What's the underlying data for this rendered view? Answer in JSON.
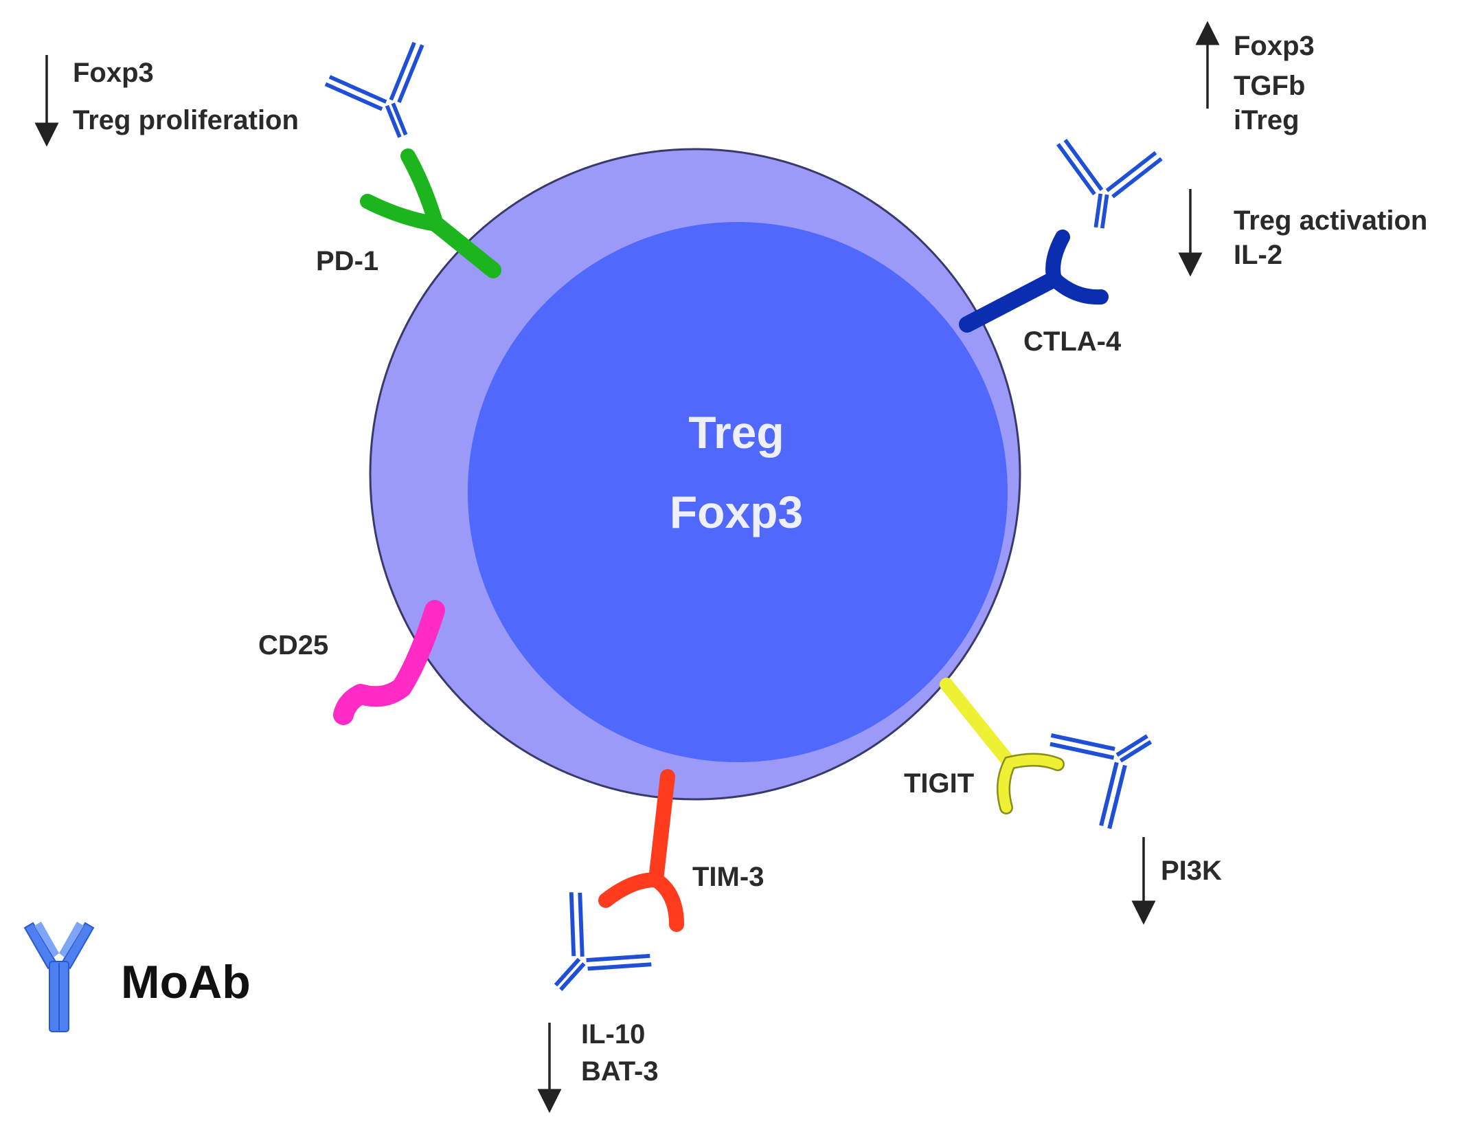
{
  "colors": {
    "cell_outer": "#9b9af8",
    "cell_inner": "#5068fb",
    "antibody": "#1f4fd6",
    "pd1": "#1db51d",
    "ctla4": "#0b2eb0",
    "cd25": "#ff2bc4",
    "tim3": "#ff3b1e",
    "tigit": "#eef034"
  },
  "cell": {
    "line1": "Treg",
    "line2": "Foxp3"
  },
  "receptors": {
    "pd1": "PD-1",
    "ctla4": "CTLA-4",
    "cd25": "CD25",
    "tim3": "TIM-3",
    "tigit": "TIGIT"
  },
  "effects": {
    "pd1": {
      "direction": "down",
      "lines": [
        "Foxp3",
        "Treg proliferation"
      ]
    },
    "ctla4_up": {
      "direction": "up",
      "lines": [
        "Foxp3",
        "TGFb",
        "iTreg"
      ]
    },
    "ctla4_down": {
      "direction": "down",
      "lines": [
        "Treg activation",
        "IL-2"
      ]
    },
    "tigit": {
      "direction": "down",
      "lines": [
        "PI3K"
      ]
    },
    "tim3": {
      "direction": "down",
      "lines": [
        "IL-10",
        "BAT-3"
      ]
    }
  },
  "legend": {
    "label": "MoAb",
    "icon": "antibody-icon"
  }
}
